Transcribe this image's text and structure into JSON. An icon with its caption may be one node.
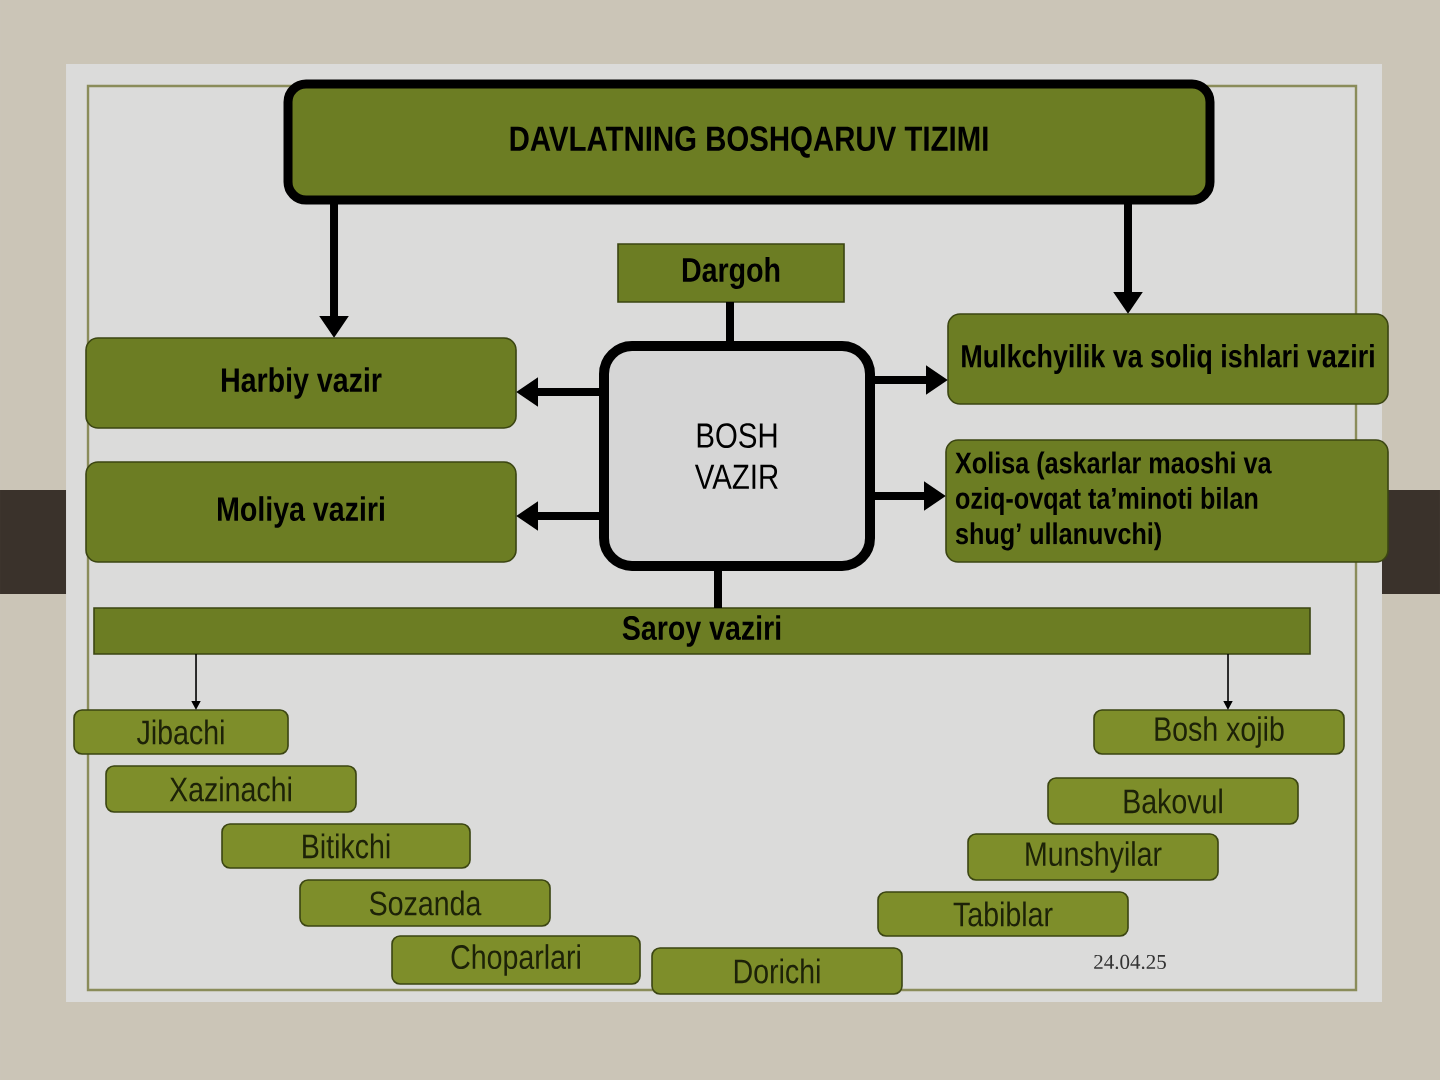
{
  "diagram": {
    "nodes": [
      {
        "text": [
          "DAVLATNING BOSHQARUV TIZIMI"
        ]
      },
      {
        "text": [
          "Dargoh"
        ]
      },
      {
        "text": [
          "Harbiy vazir"
        ]
      },
      {
        "text": [
          "BOSH VAZIR"
        ]
      },
      {
        "text": [
          "Mulkchyilik va soliq ishlari vaziri"
        ]
      },
      {
        "text": [
          "Moliya vaziri"
        ]
      },
      {
        "text": [
          "Xolisa (askarlar maoshi va oziq-ovqat ta’minoti bilan shug’ ullanuvchi)"
        ]
      },
      {
        "text": [
          "Saroy vaziri"
        ]
      },
      {
        "text": [
          "Jibachi"
        ]
      },
      {
        "text": [
          "Bosh xojib"
        ]
      },
      {
        "text": [
          "Xazinachi"
        ]
      },
      {
        "text": [
          "Bakovul"
        ]
      },
      {
        "text": [
          "Bitikchi"
        ]
      },
      {
        "text": [
          "Munshyilar"
        ]
      },
      {
        "text": [
          "Sozanda"
        ]
      },
      {
        "text": [
          "Tabiblar"
        ]
      },
      {
        "text": [
          "Choparlari"
        ]
      },
      {
        "text": [
          "Dorichi"
        ]
      }
    ],
    "edges": [
      {
        "from": 0,
        "to": 2,
        "arrow": "to"
      },
      {
        "from": 0,
        "to": 4,
        "arrow": "to"
      },
      {
        "from": 1,
        "to": 3,
        "arrow": "none"
      },
      {
        "from": 3,
        "to": 2,
        "arrow": "to"
      },
      {
        "from": 3,
        "to": 5,
        "arrow": "to"
      },
      {
        "from": 3,
        "to": 4,
        "arrow": "to"
      },
      {
        "from": 3,
        "to": 6,
        "arrow": "to"
      },
      {
        "from": 3,
        "to": 7,
        "arrow": "none"
      },
      {
        "from": 7,
        "to": 8,
        "arrow": "to"
      },
      {
        "from": 7,
        "to": 9,
        "arrow": "to"
      }
    ],
    "labels": [
      "24.04.25"
    ]
  }
}
